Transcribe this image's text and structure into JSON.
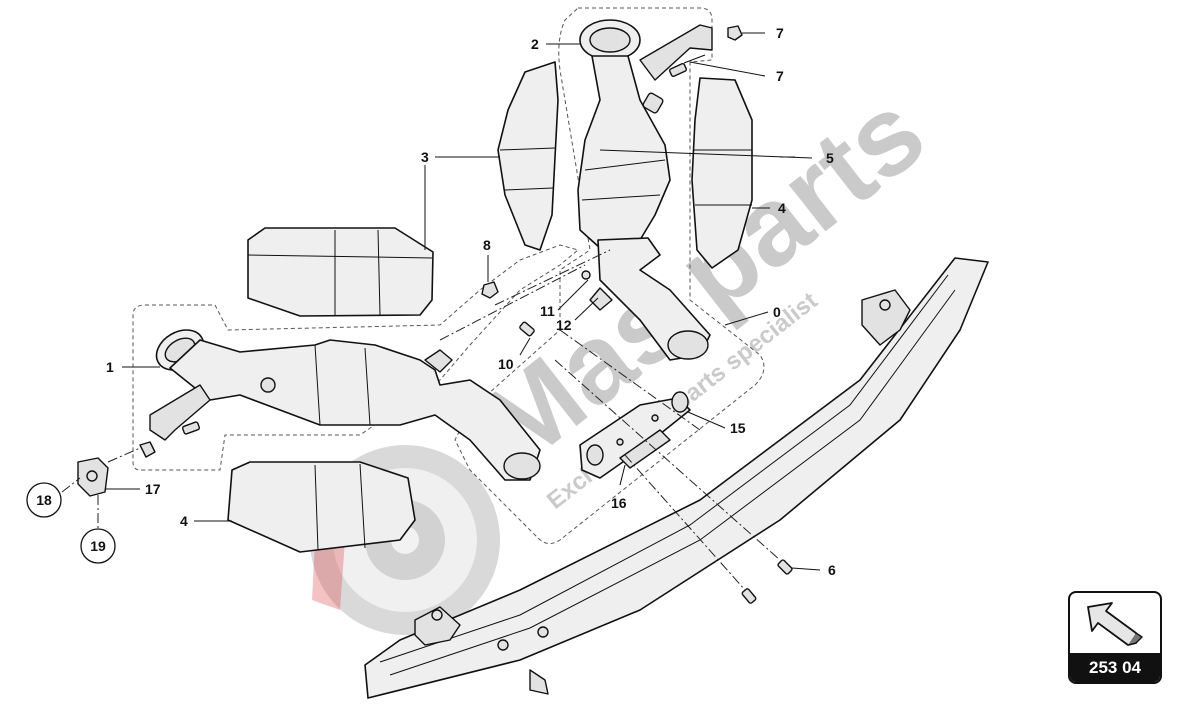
{
  "watermark": {
    "brand": "Mas parts",
    "tagline": "Exclusive car parts specialist"
  },
  "labels": {
    "p0": "0",
    "p1": "1",
    "p2": "2",
    "p3": "3",
    "p4a": "4",
    "p4b": "4",
    "p5": "5",
    "p6": "6",
    "p7a": "7",
    "p7b": "7",
    "p8": "8",
    "p10": "10",
    "p11": "11",
    "p12": "12",
    "p15": "15",
    "p16": "16",
    "p17": "17",
    "p18": "18",
    "p19": "19"
  },
  "navigator": {
    "page_code": "253 04",
    "icon": "arrow-up-left-icon"
  }
}
